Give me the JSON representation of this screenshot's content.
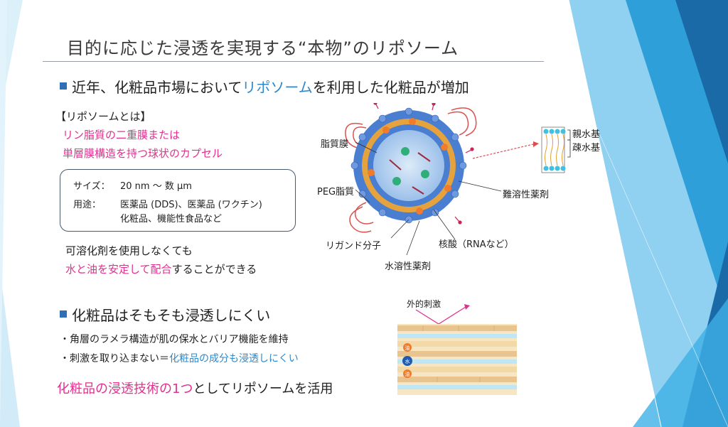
{
  "slide": {
    "title": "目的に応じた浸透を実現する“本物”のリポソーム",
    "section1": {
      "heading_pre": "近年、化粧品市場において",
      "heading_highlight": "リポソーム",
      "heading_post": "を利用した化粧品が増加",
      "definition_title": "【リポソームとは】",
      "definition_line1": "リン脂質の二重膜または",
      "definition_line2": "単層膜構造を持つ球状のカプセル",
      "info_box": {
        "size_label": "サイズ：",
        "size_value": "20 nm ～ 数 μm",
        "use_label": "用途：",
        "use_line1": "医薬品 (DDS)、医薬品 (ワクチン)",
        "use_line2": "化粧品、機能性食品など"
      },
      "note_line1": "可溶化剤を使用しなくても",
      "note_line2_highlight": "水と油を安定して配合",
      "note_line2_post": "することができる"
    },
    "diagram_labels": {
      "lipid_membrane": "脂質膜",
      "peg_lipid": "PEG脂質",
      "ligand": "リガンド分子",
      "water_soluble_drug": "水溶性薬剤",
      "nucleic_acid": "核酸（RNAなど）",
      "poorly_soluble_drug": "難溶性薬剤",
      "hydrophilic": "親水基",
      "hydrophobic": "疎水基"
    },
    "section2": {
      "heading": "化粧品はそもそも浸透しにくい",
      "point1": "・角層のラメラ構造が肌の保水とバリア機能を維持",
      "point2_pre": "・刺激を取り込まない＝",
      "point2_highlight": "化粧品の成分も浸透しにくい",
      "conclusion_highlight": "化粧品の浸透技術の1つ",
      "conclusion_post": "としてリポソームを活用",
      "skin_label": "外的刺激",
      "oil_mark": "油",
      "water_mark": "水"
    }
  },
  "colors": {
    "accent_blue": "#2e88c9",
    "highlight_pink": "#e0318f",
    "bullet_blue": "#2f6fb7",
    "liposome_blue": "#4a7ed0"
  }
}
